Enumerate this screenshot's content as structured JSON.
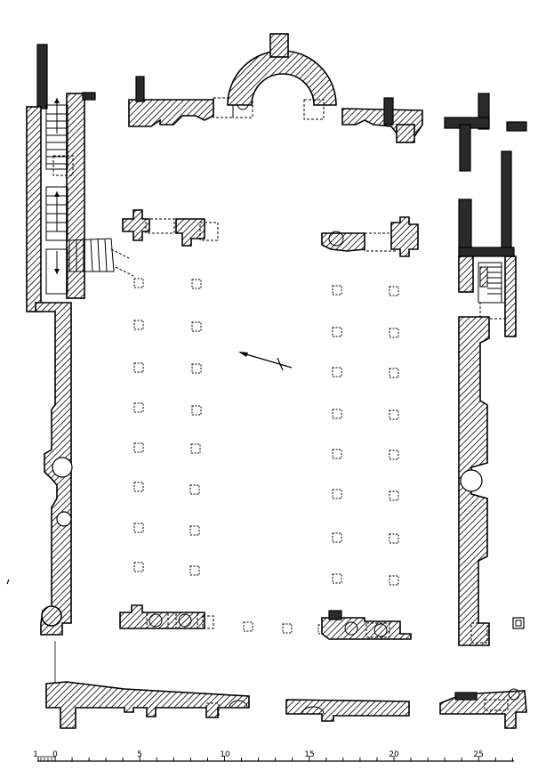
{
  "scale_bar": {
    "labels": [
      "1",
      "0",
      "5",
      "10",
      "15",
      "20",
      "25"
    ]
  },
  "north_arrow": {
    "icon": "north-arrow-icon"
  },
  "elements": {
    "walls": "hatched masonry walls",
    "columns": "dashed square column bases"
  }
}
